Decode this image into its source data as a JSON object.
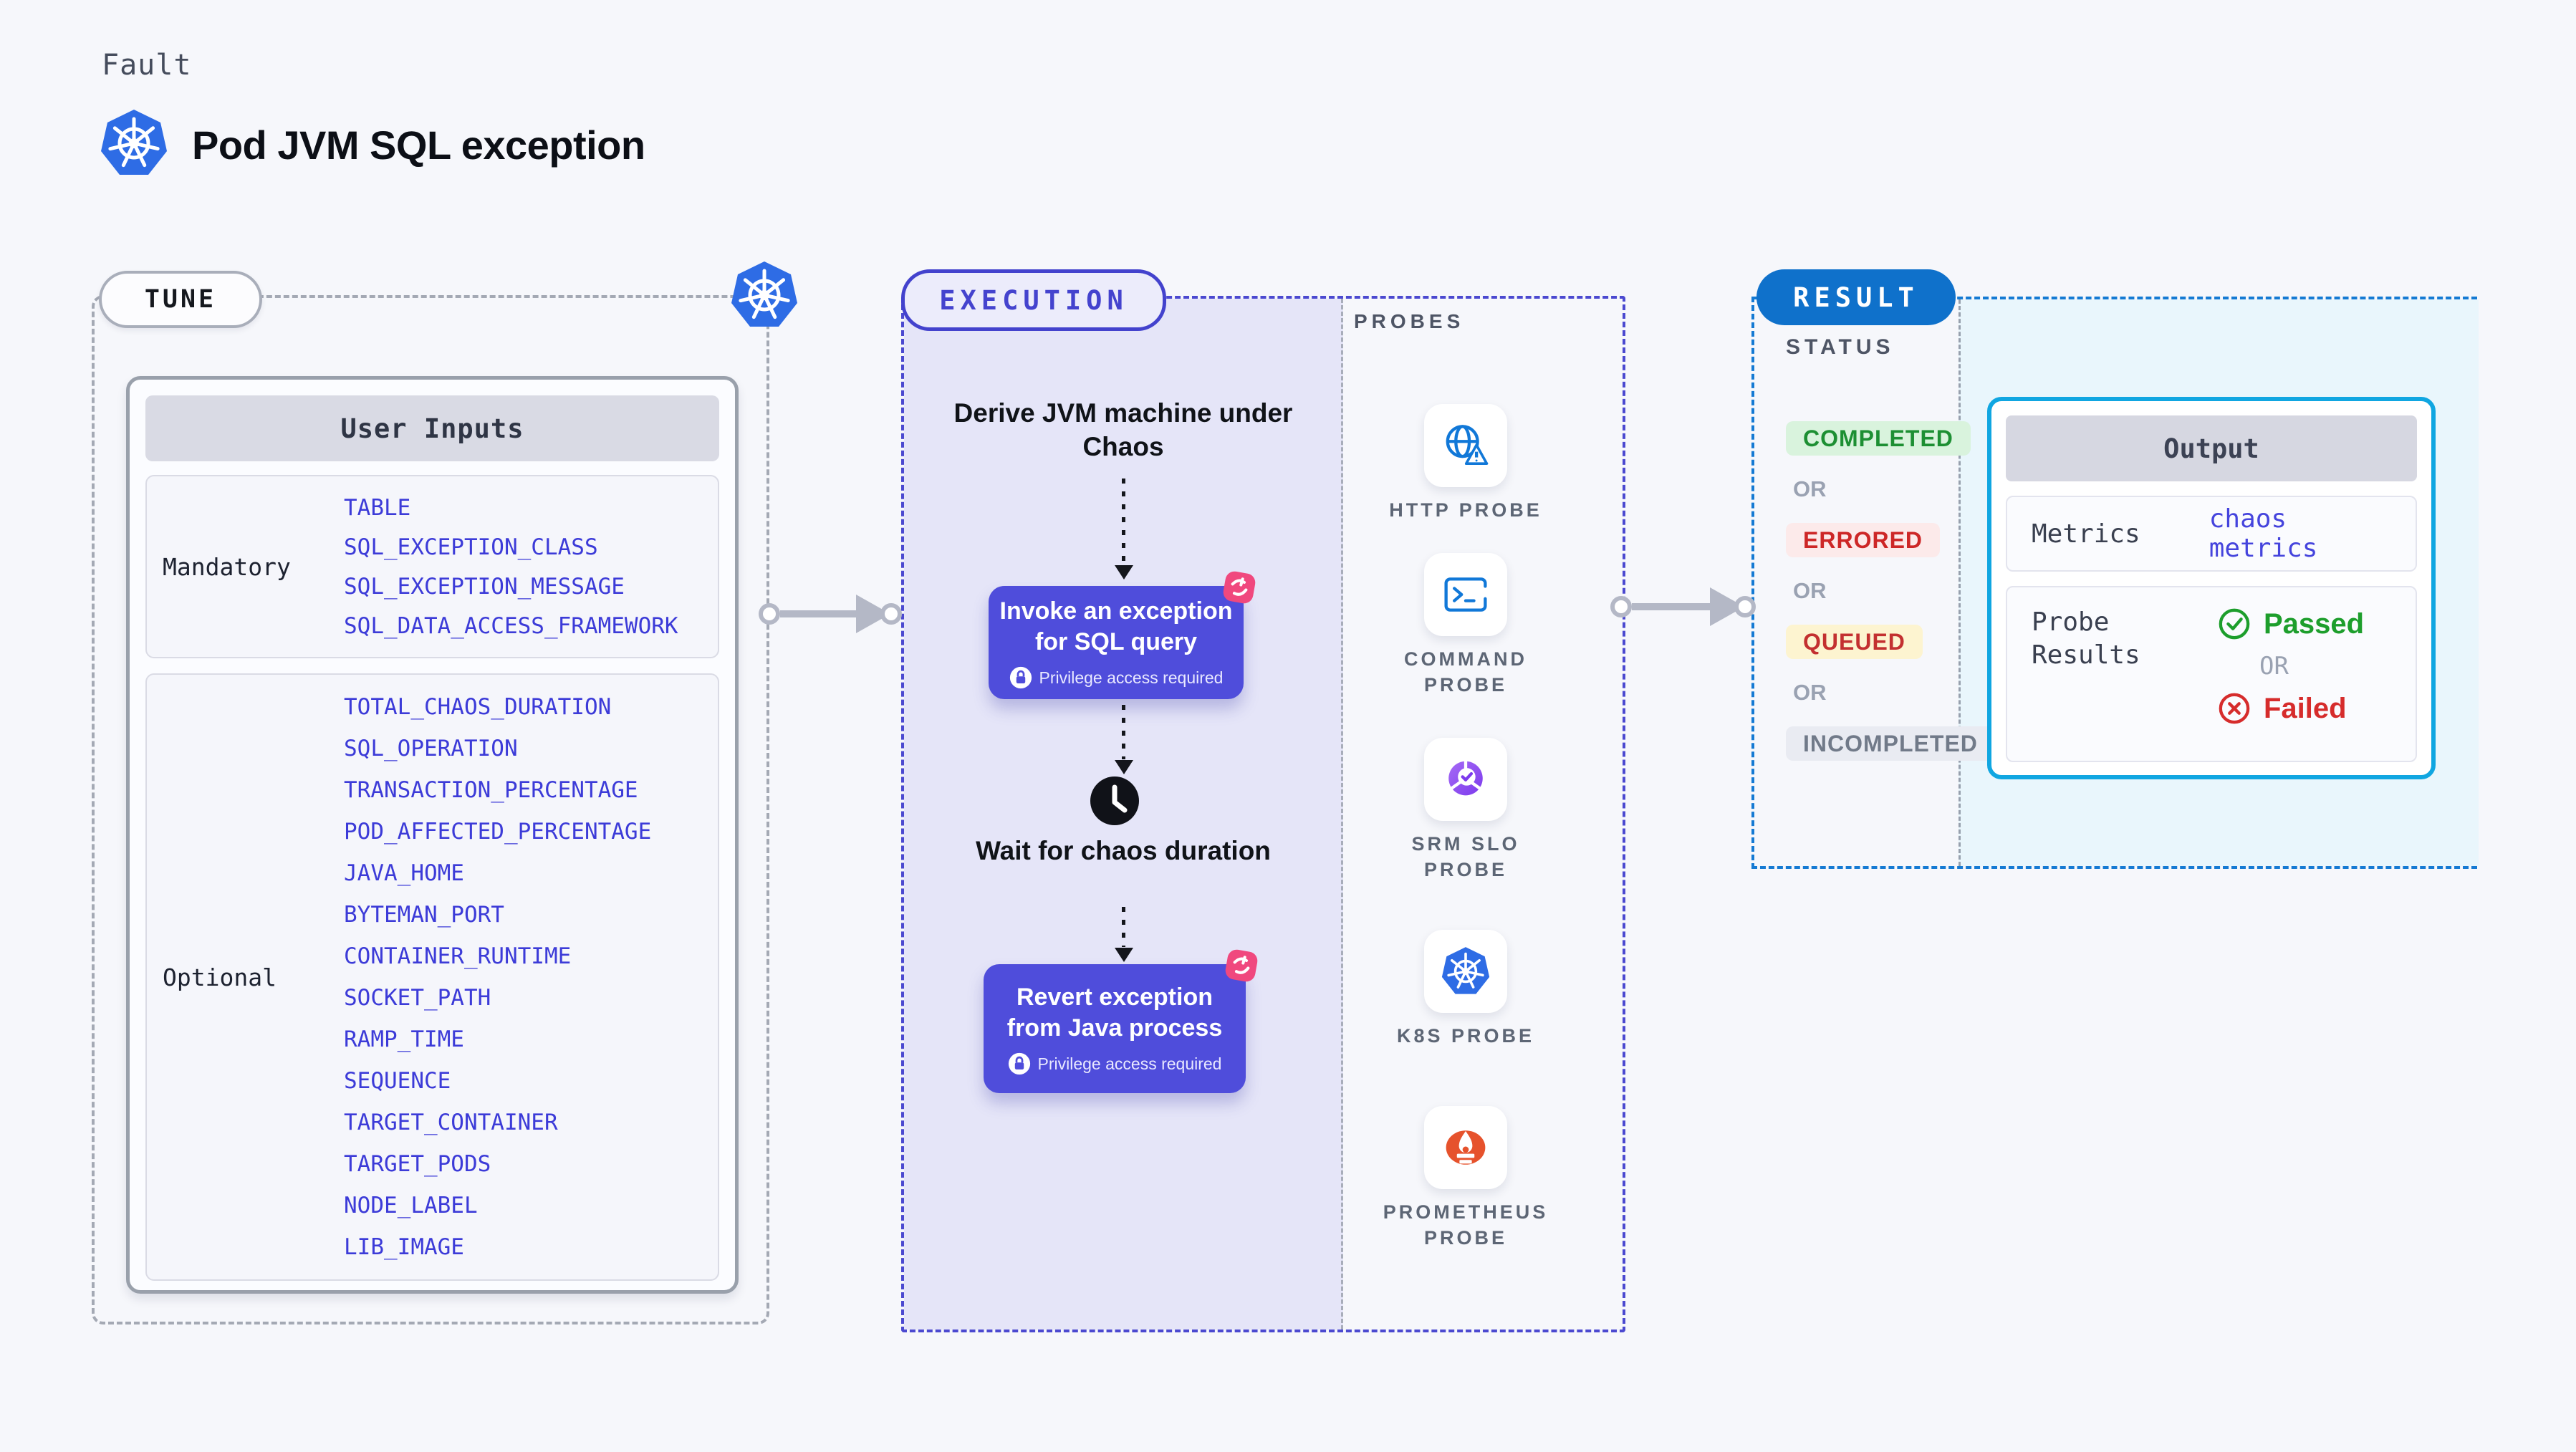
{
  "header": {
    "eyebrow": "Fault",
    "title": "Pod JVM SQL exception"
  },
  "tune": {
    "label": "TUNE",
    "table": {
      "header": "User Inputs",
      "groups": [
        {
          "label": "Mandatory",
          "items": [
            "TABLE",
            "SQL_EXCEPTION_CLASS",
            "SQL_EXCEPTION_MESSAGE",
            "SQL_DATA_ACCESS_FRAMEWORK"
          ]
        },
        {
          "label": "Optional",
          "items": [
            "TOTAL_CHAOS_DURATION",
            "SQL_OPERATION",
            "TRANSACTION_PERCENTAGE",
            "POD_AFFECTED_PERCENTAGE",
            "JAVA_HOME",
            "BYTEMAN_PORT",
            "CONTAINER_RUNTIME",
            "SOCKET_PATH",
            "RAMP_TIME",
            "SEQUENCE",
            "TARGET_CONTAINER",
            "TARGET_PODS",
            "NODE_LABEL",
            "LIB_IMAGE"
          ]
        }
      ]
    }
  },
  "execution": {
    "label": "EXECUTION",
    "derive": "Derive JVM machine under Chaos",
    "invoke": {
      "title": "Invoke an exception for SQL query",
      "badge": "Privilege access required"
    },
    "wait": "Wait for chaos duration",
    "revert": {
      "title": "Revert exception from Java process",
      "badge": "Privilege access required"
    }
  },
  "probes": {
    "label": "PROBES",
    "items": [
      {
        "name": "HTTP PROBE",
        "icon": "globe-alert-icon"
      },
      {
        "name": "COMMAND PROBE",
        "icon": "terminal-icon"
      },
      {
        "name": "SRM SLO PROBE",
        "icon": "slo-check-icon"
      },
      {
        "name": "K8S PROBE",
        "icon": "kubernetes-icon"
      },
      {
        "name": "PROMETHEUS PROBE",
        "icon": "prometheus-icon"
      }
    ]
  },
  "result": {
    "label": "RESULT",
    "status": {
      "heading": "STATUS",
      "or": "OR",
      "values": [
        "COMPLETED",
        "ERRORED",
        "QUEUED",
        "INCOMPLETED"
      ]
    },
    "output": {
      "header": "Output",
      "metrics_label": "Metrics",
      "metrics_value": "chaos metrics",
      "probe_label": "Probe Results",
      "passed": "Passed",
      "or": "OR",
      "failed": "Failed"
    }
  },
  "colors": {
    "accent_indigo": "#4f4ddb",
    "pill_indigo": "#4342cd",
    "result_blue": "#0f71cb",
    "output_cyan": "#10a6e1",
    "cyan_bg": "#e9f6fc",
    "purple_panel": "#e5e5f8",
    "item_blue": "#3c3bd8",
    "passed_green": "#1d9e2c",
    "failed_red": "#d62c2c",
    "queued_yellow_bg": "#fdf4d0",
    "kubernetes_blue": "#2e6ce5",
    "prometheus_orange": "#e6522c",
    "chaos_pink": "#f0487e"
  }
}
